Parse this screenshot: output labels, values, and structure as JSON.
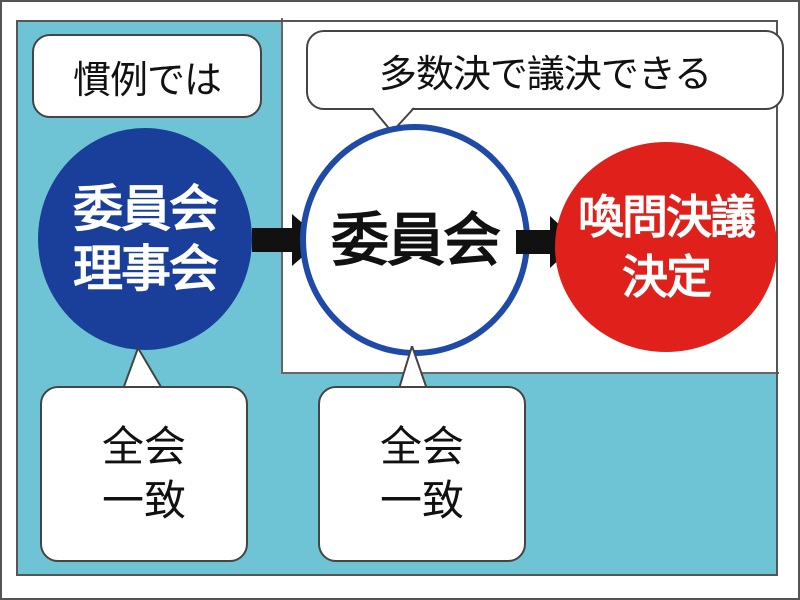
{
  "diagram": {
    "colors": {
      "teal_bg": "#6ec4d4",
      "blue_circle": "#1a3f9a",
      "red_circle": "#e0201a",
      "ring_blue": "#1f4aa8",
      "arrow": "#111111"
    },
    "top_left_bubble": "慣例では",
    "top_right_bubble": "多数決で議決できる",
    "left_circle": {
      "lines": [
        "委員会",
        "理事会"
      ]
    },
    "middle_circle": {
      "lines": [
        "委員会"
      ]
    },
    "right_circle": {
      "lines": [
        "喚問決議",
        "決定"
      ]
    },
    "bottom_left_bubble": {
      "lines": [
        "全会",
        "一致"
      ]
    },
    "bottom_middle_bubble": {
      "lines": [
        "全会",
        "一致"
      ]
    },
    "arrows": [
      "left-to-middle",
      "middle-to-right"
    ]
  }
}
